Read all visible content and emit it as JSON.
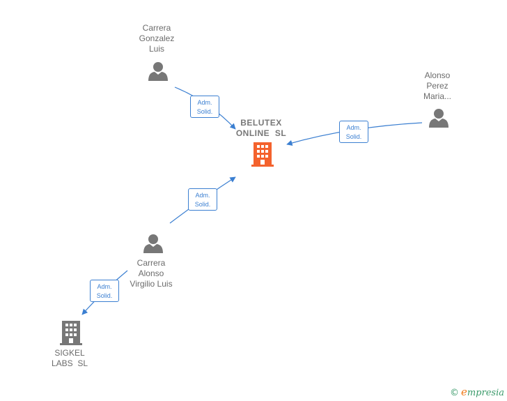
{
  "nodes": {
    "carrera_gonzalez": {
      "lines": [
        "Carrera",
        "Gonzalez",
        "Luis"
      ],
      "kind": "person"
    },
    "alonso_perez": {
      "lines": [
        "Alonso",
        "Perez",
        "Maria..."
      ],
      "kind": "person"
    },
    "belutex": {
      "lines": [
        "BELUTEX",
        "ONLINE  SL"
      ],
      "kind": "company",
      "color": "#f4622d"
    },
    "carrera_alonso": {
      "lines": [
        "Carrera",
        "Alonso",
        "Virgilio Luis"
      ],
      "kind": "person"
    },
    "sigkel": {
      "lines": [
        "SIGKEL",
        "LABS  SL"
      ],
      "kind": "company",
      "color": "#777777"
    }
  },
  "edges": [
    {
      "id": "e1",
      "from": "carrera_gonzalez",
      "to": "belutex",
      "label": [
        "Adm.",
        "Solid."
      ]
    },
    {
      "id": "e2",
      "from": "alonso_perez",
      "to": "belutex",
      "label": [
        "Adm.",
        "Solid."
      ]
    },
    {
      "id": "e3",
      "from": "carrera_alonso",
      "to": "belutex",
      "label": [
        "Adm.",
        "Solid."
      ]
    },
    {
      "id": "e4",
      "from": "carrera_alonso",
      "to": "sigkel",
      "label": [
        "Adm.",
        "Solid."
      ]
    }
  ],
  "colors": {
    "edge": "#3b7fd1",
    "person": "#777777"
  },
  "footer": {
    "copyright": "©",
    "brand_initial": "e",
    "brand_rest": "mpresia"
  }
}
